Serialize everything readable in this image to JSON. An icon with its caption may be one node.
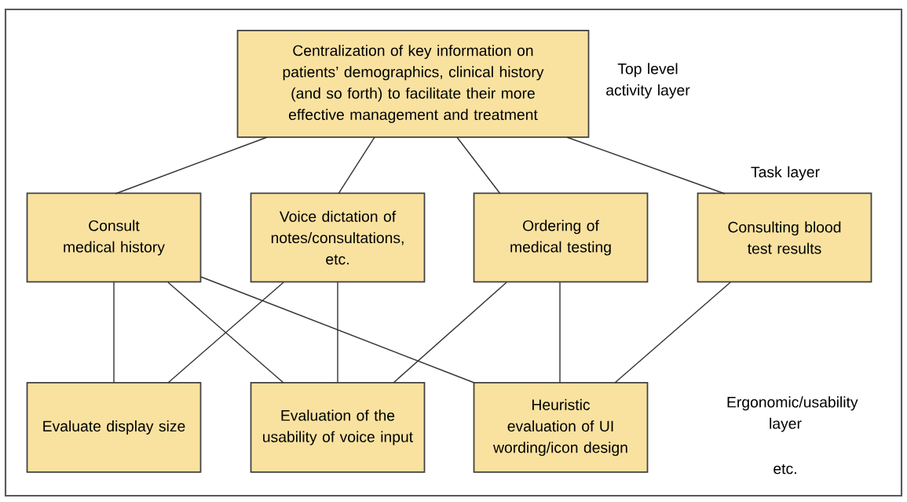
{
  "diagram": {
    "nodes": [
      {
        "text": [
          "Centralization of key information on patients’ demographics, clinical history (and so forth) to facilitate their more effective management and treatment"
        ]
      },
      {
        "text": [
          "Consult medical history"
        ]
      },
      {
        "text": [
          "Voice dictation of notes/consultations, etc."
        ]
      },
      {
        "text": [
          "Ordering of medical testing"
        ]
      },
      {
        "text": [
          "Consulting blood test results"
        ]
      },
      {
        "text": [
          "Evaluate display size"
        ]
      },
      {
        "text": [
          "Evaluation of the usability of voice input"
        ]
      },
      {
        "text": [
          "Heuristic evaluation of UI wording/icon design"
        ]
      }
    ],
    "edges": [
      {
        "from": 0,
        "to": 1,
        "arrow": "none"
      },
      {
        "from": 0,
        "to": 2,
        "arrow": "none"
      },
      {
        "from": 0,
        "to": 3,
        "arrow": "none"
      },
      {
        "from": 0,
        "to": 4,
        "arrow": "none"
      },
      {
        "from": 1,
        "to": 5,
        "arrow": "none"
      },
      {
        "from": 1,
        "to": 6,
        "arrow": "none"
      },
      {
        "from": 1,
        "to": 7,
        "arrow": "none"
      },
      {
        "from": 2,
        "to": 5,
        "arrow": "none"
      },
      {
        "from": 2,
        "to": 6,
        "arrow": "none"
      },
      {
        "from": 3,
        "to": 6,
        "arrow": "none"
      },
      {
        "from": 3,
        "to": 7,
        "arrow": "none"
      },
      {
        "from": 4,
        "to": 7,
        "arrow": "none"
      }
    ],
    "labels": [
      "Top level activity layer",
      "Task layer",
      "Ergonomic/usability layer",
      "etc."
    ]
  }
}
